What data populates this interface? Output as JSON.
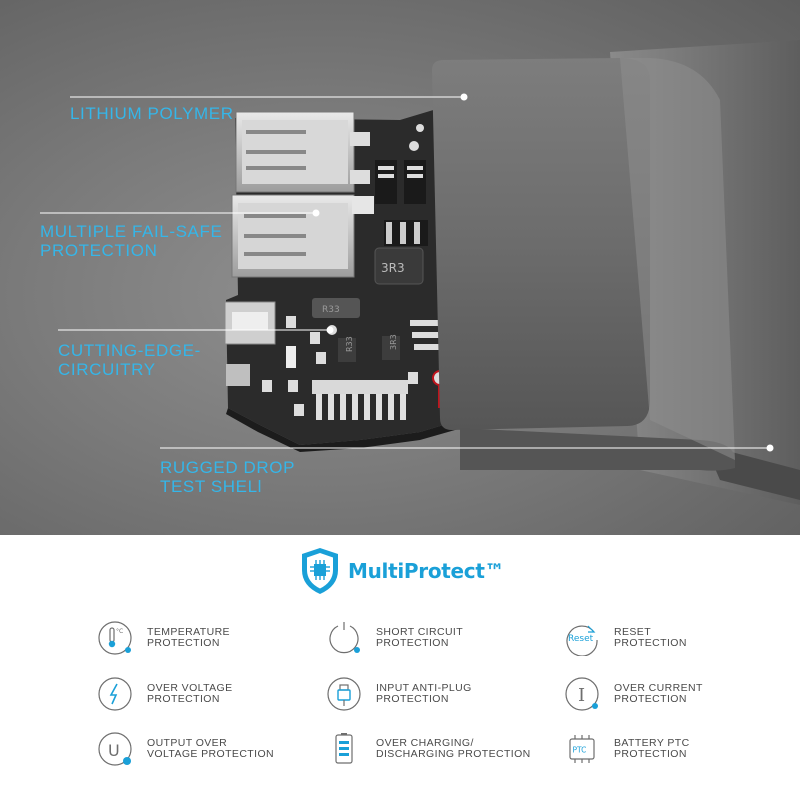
{
  "callouts": [
    {
      "id": "lithium",
      "text": "LITHIUM POLYMER"
    },
    {
      "id": "failsafe",
      "text": "MULTIPLE FAIL-SAFE\nPROTECTION"
    },
    {
      "id": "circuitry",
      "text": "CUTTING-EDGE-\nCIRCUITRY"
    },
    {
      "id": "shell",
      "text": "RUGGED DROP\nTEST SHELl"
    }
  ],
  "pcb_labels": {
    "inductor": "3R3",
    "chip_a": "R33",
    "chip_b": "R33",
    "chip_c": "3R3"
  },
  "brand": {
    "name": "MultiProtect™"
  },
  "features": [
    {
      "label": "TEMPERATURE\nPROTECTION",
      "icon": "thermometer-icon",
      "glyph": "°C"
    },
    {
      "label": "SHORT CIRCUIT\nPROTECTION",
      "icon": "power-icon"
    },
    {
      "label": "RESET\nPROTECTION",
      "icon": "reset-icon",
      "glyph": "Reset"
    },
    {
      "label": "OVER VOLTAGE\nPROTECTION",
      "icon": "lightning-icon"
    },
    {
      "label": "INPUT ANTI-PLUG\nPROTECTION",
      "icon": "plug-icon"
    },
    {
      "label": "OVER CURRENT\nPROTECTION",
      "icon": "current-icon",
      "glyph": "I"
    },
    {
      "label": "OUTPUT OVER\nVOLTAGE PROTECTION",
      "icon": "voltage-u-icon",
      "glyph": "U"
    },
    {
      "label": "OVER CHARGING/\nDISCHARGING PROTECTION",
      "icon": "battery-icon"
    },
    {
      "label": "BATTERY PTC\nPROTECTION",
      "icon": "ptc-chip-icon",
      "glyph": "PTC"
    }
  ],
  "colors": {
    "accent": "#35b6e9",
    "brand": "#1aa0d8",
    "icon_dot": "#1aa0d8"
  }
}
